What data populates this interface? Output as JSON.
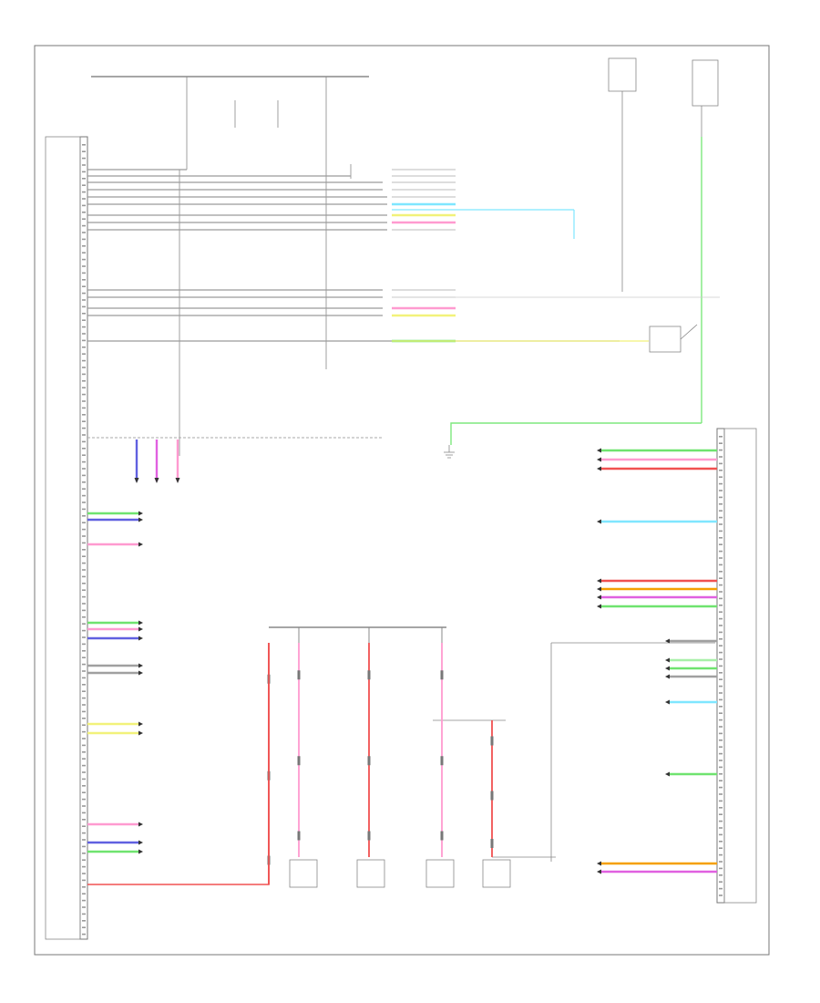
{
  "title": "",
  "footer_code": "",
  "main_ecu": {
    "name": ""
  },
  "right_ecu": {
    "name": ""
  },
  "ground": {
    "label": ""
  },
  "colors": {
    "gray": "#a0a0a0",
    "light_blue": "#7fe6ff",
    "yellow": "#f2f27a",
    "pink": "#ff9ad0",
    "red": "#f05050",
    "green": "#6fe36f",
    "violet": "#6060e0",
    "magenta": "#e060e0",
    "orange": "#f5a000",
    "light_green": "#a8f0a8"
  },
  "left_wires": [
    {
      "color": "gray"
    },
    {
      "color": "gray"
    },
    {
      "color": "gray"
    },
    {
      "color": "gray"
    },
    {
      "color": "gray"
    },
    {
      "color": "light_blue"
    },
    {
      "color": "yellow"
    },
    {
      "color": "pink"
    },
    {
      "color": "gray"
    },
    {
      "color": "gray"
    },
    {
      "color": "gray"
    },
    {
      "color": "pink"
    },
    {
      "color": "yellow"
    },
    {
      "color": "green"
    }
  ],
  "lower_left_wires": [
    {
      "color": "green"
    },
    {
      "color": "violet"
    },
    {
      "color": "pink"
    },
    {
      "color": "green"
    },
    {
      "color": "pink"
    },
    {
      "color": "violet"
    },
    {
      "color": "gray"
    },
    {
      "color": "gray"
    },
    {
      "color": "yellow"
    },
    {
      "color": "yellow"
    },
    {
      "color": "pink"
    },
    {
      "color": "violet"
    },
    {
      "color": "green"
    }
  ],
  "right_wires": [
    {
      "color": "green"
    },
    {
      "color": "pink"
    },
    {
      "color": "red"
    },
    {
      "color": "light_blue"
    },
    {
      "color": "red"
    },
    {
      "color": "orange"
    },
    {
      "color": "magenta"
    },
    {
      "color": "green"
    },
    {
      "color": "gray"
    },
    {
      "color": "light_green"
    },
    {
      "color": "green"
    },
    {
      "color": "gray"
    },
    {
      "color": "light_blue"
    },
    {
      "color": "green"
    },
    {
      "color": "orange"
    },
    {
      "color": "magenta"
    }
  ],
  "bottom_modules": [
    {
      "name": ""
    },
    {
      "name": ""
    },
    {
      "name": ""
    },
    {
      "name": ""
    }
  ]
}
